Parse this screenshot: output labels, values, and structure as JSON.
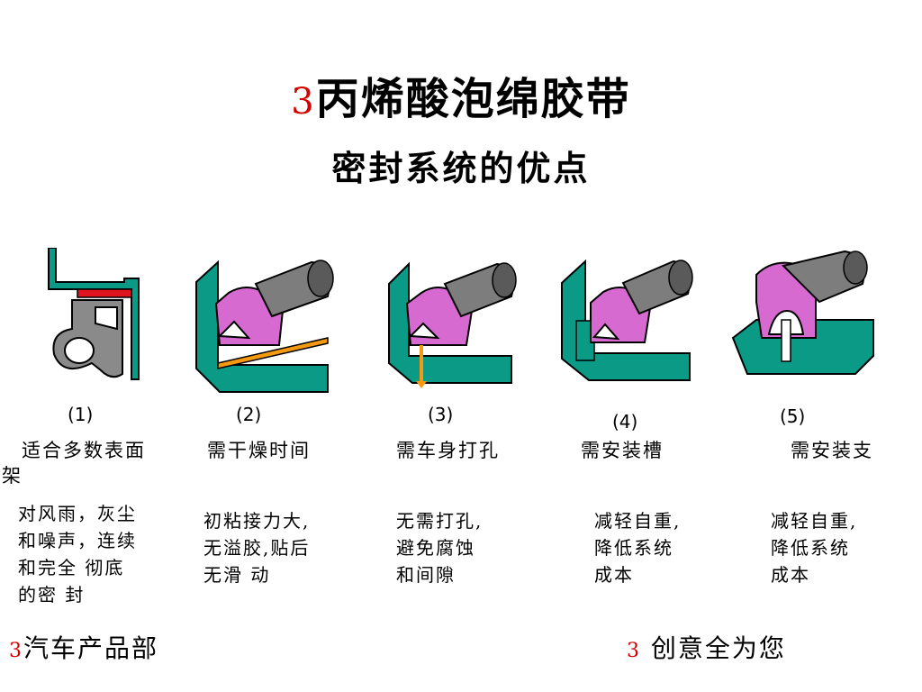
{
  "title": {
    "number": "3",
    "text": "丙烯酸泡绵胶带"
  },
  "subtitle": "密封系统的优点",
  "items": [
    {
      "label": "(1)",
      "heading": "适合多数表面",
      "heading_wrap": "架",
      "lines": [
        "对风雨，灰尘",
        "和噪声，连续",
        "和完全 彻底",
        "的密 封"
      ]
    },
    {
      "label": "(2)",
      "heading": "需干燥时间",
      "lines": [
        "初粘接力大,",
        "无溢胶,贴后",
        "无滑 动"
      ]
    },
    {
      "label": "(3)",
      "heading": "需车身打孔",
      "lines": [
        "无需打孔,",
        "避免腐蚀",
        "和间隙"
      ]
    },
    {
      "label": "(4)",
      "heading": "需安装槽",
      "lines": [
        "减轻自重,",
        "降低系统",
        "成本"
      ]
    },
    {
      "label": "(5)",
      "heading": "需安装支",
      "lines": [
        "减轻自重,",
        "降低系统",
        "成本"
      ]
    }
  ],
  "footer": {
    "left": {
      "number": "3",
      "text": "汽车产品部"
    },
    "right": {
      "number": "3",
      "text": "创意全为您"
    }
  },
  "colors": {
    "accent": "#d40000",
    "teal": "#0a9a86",
    "magenta": "#d66ad0",
    "gray": "#7d7d7d",
    "orange": "#f59a10"
  }
}
